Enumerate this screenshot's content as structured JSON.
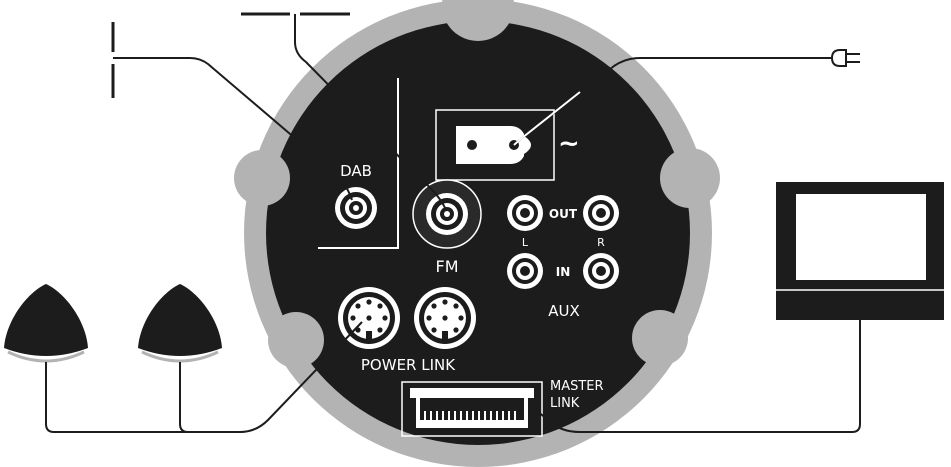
{
  "labels": {
    "dab": "DAB",
    "fm": "FM",
    "out": "OUT",
    "in": "IN",
    "left": "L",
    "right": "R",
    "aux": "AUX",
    "power_link": "POWER LINK",
    "master_link_1": "MASTER",
    "master_link_2": "LINK",
    "mains_symbol": "~"
  },
  "colors": {
    "panel": "#1c1c1c",
    "rim": "#b3b3b3",
    "background": "#ffffff"
  }
}
